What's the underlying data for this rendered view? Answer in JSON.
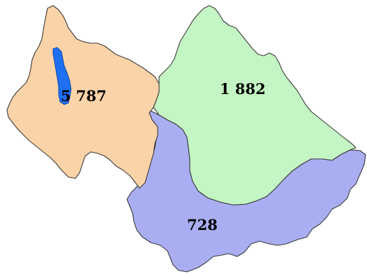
{
  "map": {
    "regions": [
      {
        "id": "west",
        "label": "5 787",
        "fill": "#fbd3a8"
      },
      {
        "id": "northeast",
        "label": "1 882",
        "fill": "#c4f5c4"
      },
      {
        "id": "south",
        "label": "728",
        "fill": "#a9aef2"
      }
    ],
    "lake": {
      "fill": "#1e6ff2"
    },
    "border_color": "#3a3a3a",
    "background": "#ffffff"
  }
}
